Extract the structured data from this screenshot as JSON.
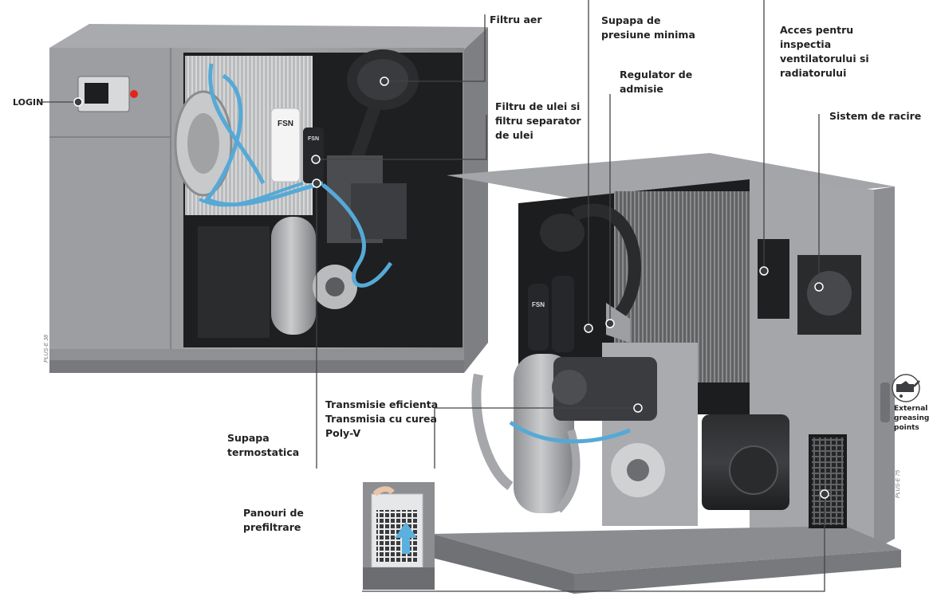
{
  "callouts": {
    "login": "LOGIN",
    "air_filter": "Filtru aer",
    "min_pressure_valve": "Supapa de\npresiune minima",
    "intake_regulator": "Regulator de\nadmisie",
    "ventilation_access": "Acces pentru\ninspectia\nventilatorului si\nradiatorului",
    "oil_filter": "Filtru de ulei si\nfiltru separator\nde ulei",
    "cooling_system": "Sistem de racire",
    "transmission": "Transmisie eficienta\nTransmisia cu curea\nPoly-V",
    "thermostatic_valve": "Supapa\ntermostatica",
    "prefilter_panels": "Panouri de\nprefiltrare",
    "external_greasing": "External\ngreasing\npoints"
  },
  "labels": {
    "model_left": "PLUS-E 38",
    "model_right": "PLUS-E 75",
    "filter_brand": "FSN"
  }
}
